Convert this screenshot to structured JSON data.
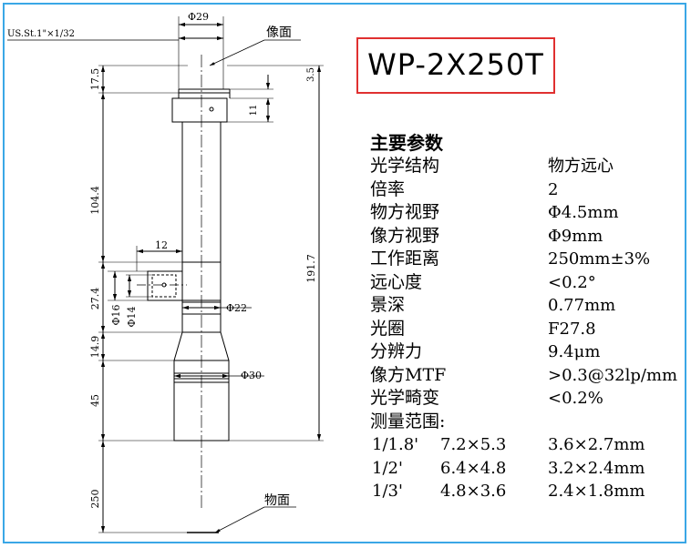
{
  "drawing": {
    "thread_label": "US.St.1\"×1/32",
    "image_plane_label": "像面",
    "object_plane_label": "物面",
    "dims": {
      "d29": "Φ29",
      "d22": "Φ22",
      "d30": "Φ30",
      "d16": "Φ16",
      "d14": "Φ14",
      "w12": "12",
      "h3_5": "3.5",
      "h11": "11",
      "h17_5": "17.5",
      "h104_4": "104.4",
      "h27_4": "27.4",
      "h14_9": "14.9",
      "h45": "45",
      "h250": "250",
      "h191_7": "191.7"
    }
  },
  "model": "WP-2X250T",
  "specs": {
    "heading": "主要参数",
    "rows": [
      {
        "label": "光学结构",
        "value": "物方远心"
      },
      {
        "label": "倍率",
        "value": "2"
      },
      {
        "label": "物方视野",
        "value": "Φ4.5mm"
      },
      {
        "label": "像方视野",
        "value": "Φ9mm"
      },
      {
        "label": "工作距离",
        "value": "250mm±3%"
      },
      {
        "label": "远心度",
        "value": "<0.2°"
      },
      {
        "label": "景深",
        "value": "0.77mm"
      },
      {
        "label": "光圈",
        "value": "F27.8"
      },
      {
        "label": "分辨力",
        "value": "9.4μm"
      },
      {
        "label": "像方MTF",
        "value": ">0.3@32lp/mm"
      },
      {
        "label": "光学畸变",
        "value": "<0.2%"
      }
    ],
    "range_heading": "测量范围:",
    "ranges": [
      {
        "format": "1/1.8'",
        "object": "7.2×5.3",
        "sensor": "3.6×2.7mm"
      },
      {
        "format": "1/2'",
        "object": "6.4×4.8",
        "sensor": "3.2×2.4mm"
      },
      {
        "format": "1/3'",
        "object": "4.8×3.6",
        "sensor": "2.4×1.8mm"
      }
    ]
  },
  "colors": {
    "frame_border": "#3aa7e6",
    "model_border": "#e03030"
  }
}
